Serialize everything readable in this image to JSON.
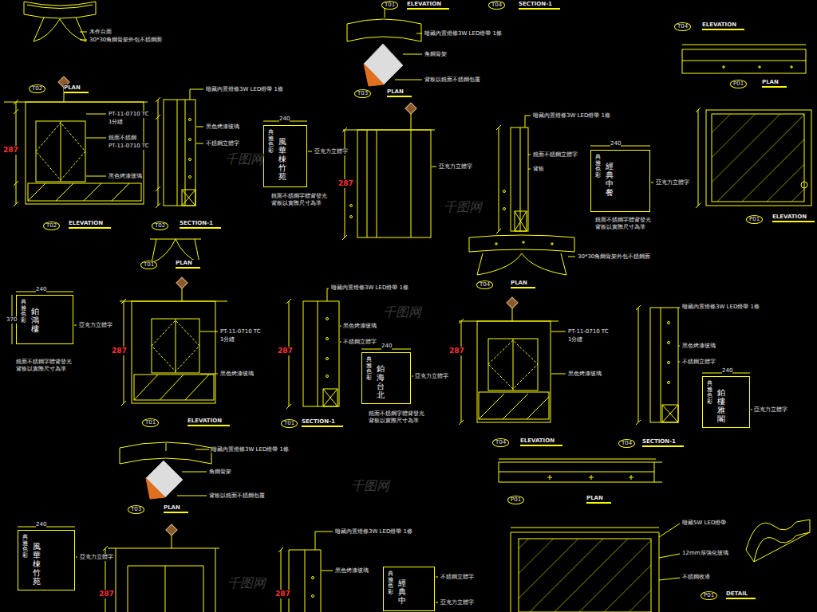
{
  "diagram": {
    "nodes": [
      {
        "text": [
          "典雅色彩",
          "風華棟竹苑"
        ]
      },
      {
        "text": [
          "典雅色彩",
          "經典中餐"
        ]
      },
      {
        "text": [
          "典雅色彩",
          "鉑鴻樓"
        ]
      },
      {
        "text": [
          "典雅色彩",
          "鉑海台北"
        ]
      },
      {
        "text": [
          "典雅色彩",
          "鉑樓雅閣"
        ]
      },
      {
        "text": [
          "典雅色彩",
          "風華棟竹苑"
        ]
      },
      {
        "text": [
          "典雅色彩",
          "經典中"
        ]
      }
    ],
    "labels": [
      "T02",
      "PLAN",
      "木作台面",
      "30*30角鋼骨架外包不銹鋼面",
      "T03",
      "PLAN",
      "暗藏內置燈條3W LED燈帶 1條",
      "角鋼骨架",
      "背板以鏡面不銹鋼包覆",
      "T01",
      "ELEVATION",
      "T04",
      "SECTION-1",
      "T04",
      "ELEVATION",
      "P01",
      "PLAN",
      "287",
      "PT-11-0710 TC",
      "1分縫",
      "鏡面不銹鋼",
      "PT-11-0710 TC",
      "黑色烤漆玻璃",
      "T02",
      "ELEVATION",
      "暗藏內置燈條3W LED燈帶 1條",
      "黑色烤漆玻璃",
      "不銹鋼立體字",
      "T02",
      "SECTION-1",
      "240",
      "亞克力立體字",
      "鏡面不銹鋼字體背發光",
      "背板以實際尺寸為準",
      "287",
      "亞克力立體字",
      "暗藏內置燈條3W LED燈帶 1條",
      "鏡面不銹鋼立體字",
      "背板",
      "240",
      "亞克力立體字",
      "鏡面不銹鋼字體背發光",
      "背板以實際尺寸為準",
      "P01",
      "ELEVATION",
      "T01",
      "PLAN",
      "T04",
      "PLAN",
      "30*30角鋼骨架外包不銹鋼面",
      "240",
      "370",
      "亞克力立體字",
      "鏡面不銹鋼字體背發光",
      "背板以實際尺寸為準",
      "287",
      "PT-11-0710 TC",
      "1分縫",
      "黑色烤漆玻璃",
      "T01",
      "ELEVATION",
      "暗藏內置燈條3W LED燈帶 1條",
      "黑色烤漆玻璃",
      "不銹鋼立體字",
      "287",
      "T01",
      "SECTION-1",
      "240",
      "亞克力立體字",
      "鏡面不銹鋼字體背發光",
      "背板以實際尺寸為準",
      "287",
      "PT-11-0710 TC",
      "1分縫",
      "黑色烤漆玻璃",
      "T04",
      "ELEVATION",
      "暗藏內置燈條3W LED燈帶 1條",
      "黑色烤漆玻璃",
      "不銹鋼立體字",
      "T04",
      "SECTION-1",
      "240",
      "亞克力立體字",
      "T03",
      "PLAN",
      "暗藏內置燈條3W LED燈帶 1條",
      "角鋼骨架",
      "背板以鏡面不銹鋼包覆",
      "P01",
      "PLAN",
      "240",
      "亞克力立體字",
      "287",
      "暗藏內置燈條3W LED燈帶 1條",
      "黑色烤漆玻璃",
      "287",
      "亞克力立體字",
      "不銹鋼立體字",
      "暗藏5W LED燈帶",
      "12mm厚強化玻璃",
      "不銹鋼收邊",
      "P01",
      "DETAIL",
      "千图网",
      "千图网",
      "千图网",
      "千图网",
      "千图网"
    ]
  }
}
